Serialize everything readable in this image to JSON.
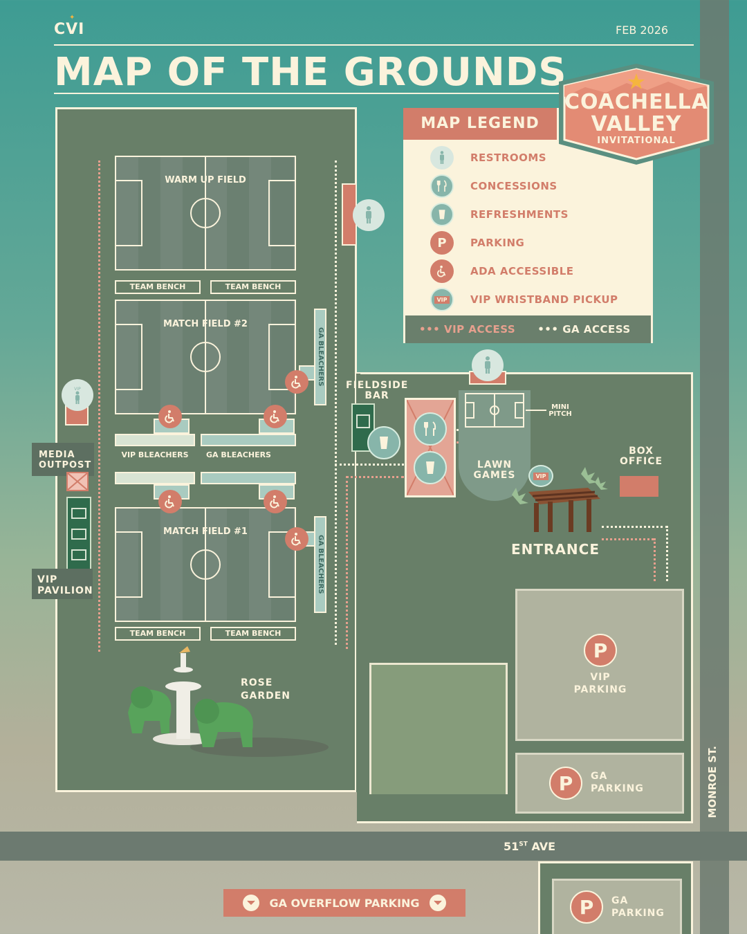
{
  "header": {
    "logo": "CVI",
    "date": "FEB 2026",
    "title": "MAP OF THE GROUNDS"
  },
  "badge": {
    "line1": "COACHELLA",
    "line2": "VALLEY",
    "line3": "INVITATIONAL"
  },
  "legend": {
    "title": "MAP LEGEND",
    "items": [
      {
        "icon": "restroom-icon",
        "label": "RESTROOMS"
      },
      {
        "icon": "concessions-icon",
        "label": "CONCESSIONS"
      },
      {
        "icon": "refreshments-icon",
        "label": "REFRESHMENTS"
      },
      {
        "icon": "parking-icon",
        "label": "PARKING"
      },
      {
        "icon": "ada-icon",
        "label": "ADA ACCESSIBLE"
      },
      {
        "icon": "vip-wristband-icon",
        "label": "VIP WRISTBAND PICKUP"
      }
    ],
    "vip_access": "VIP ACCESS",
    "ga_access": "GA ACCESS"
  },
  "fields": {
    "warmup": "WARM UP FIELD",
    "match2": "MATCH FIELD #2",
    "match1": "MATCH FIELD #1",
    "mini": "MINI PITCH"
  },
  "benches": {
    "label": "TEAM BENCH"
  },
  "bleachers": {
    "ga_vertical": "GA BLEACHERS",
    "vip": "VIP BLEACHERS",
    "ga": "GA BLEACHERS"
  },
  "places": {
    "media_outpost": "MEDIA OUTPOST",
    "vip_pavilion": "VIP PAVILION",
    "rose_garden": "ROSE GARDEN",
    "fieldside_bar": "FIELDSIDE BAR",
    "lawn_games": "LAWN GAMES",
    "box_office": "BOX OFFICE",
    "entrance": "ENTRANCE",
    "vip_parking": "VIP PARKING",
    "ga_parking": "GA PARKING",
    "overflow": "GA OVERFLOW PARKING",
    "vip_tag": "VIP",
    "parking_letter": "P"
  },
  "roads": {
    "ave_num": "51",
    "ave_sup": "ST",
    "ave_name": "AVE",
    "monroe": "MONROE ST."
  },
  "colors": {
    "cream": "#fbf3dc",
    "salmon": "#d27d6a",
    "teal": "#87b5aa",
    "ground": "#687f68"
  }
}
